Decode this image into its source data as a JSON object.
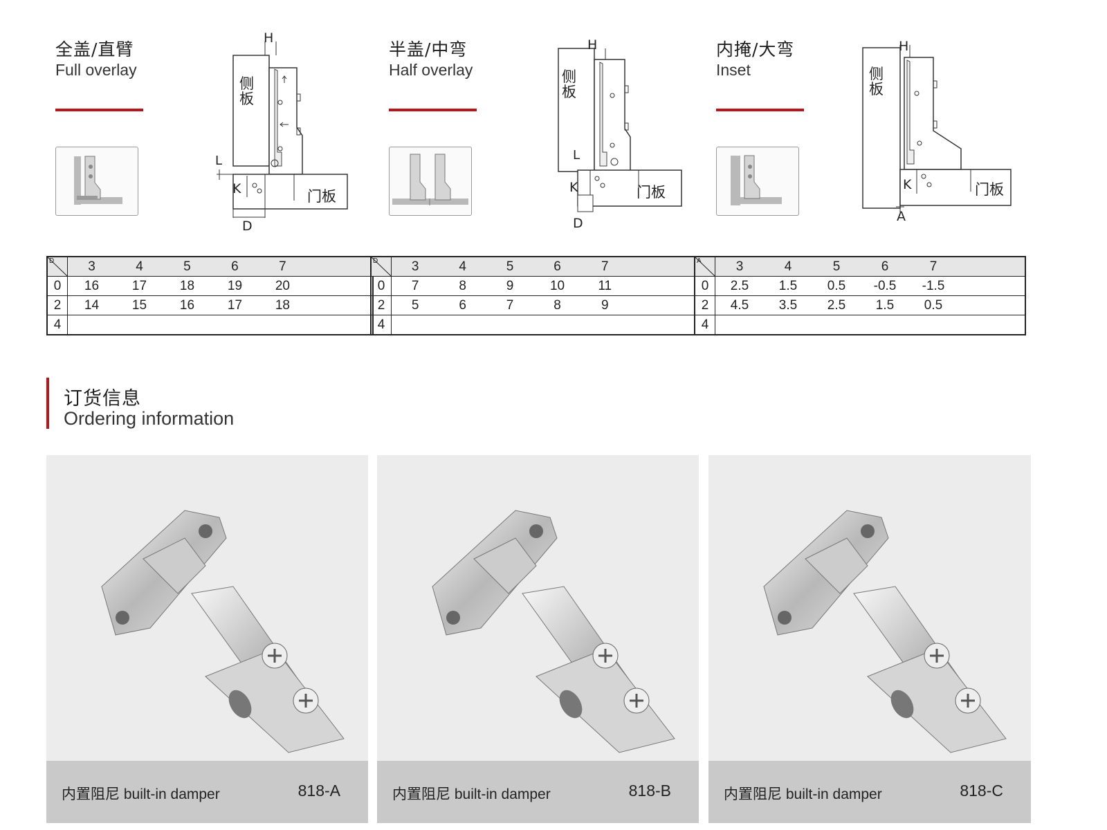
{
  "overlays": [
    {
      "cn": "全盖/直臂",
      "en": "Full overlay",
      "diagram_labels": {
        "side_panel": "侧板",
        "door_panel": "门板",
        "h": "H",
        "k": "K",
        "l": "L",
        "d": "D"
      },
      "table": {
        "corner": "D",
        "columns": [
          "3",
          "4",
          "5",
          "6",
          "7"
        ],
        "rows": [
          {
            "label": "0",
            "values": [
              "16",
              "17",
              "18",
              "19",
              "20"
            ]
          },
          {
            "label": "2",
            "values": [
              "14",
              "15",
              "16",
              "17",
              "18"
            ]
          },
          {
            "label": "4",
            "values": [
              "",
              "",
              "",
              "",
              ""
            ]
          }
        ]
      }
    },
    {
      "cn": "半盖/中弯",
      "en": "Half overlay",
      "diagram_labels": {
        "side_panel": "侧板",
        "door_panel": "门板",
        "h": "H",
        "k": "K",
        "l": "L",
        "d": "D"
      },
      "table": {
        "corner": "D",
        "columns": [
          "3",
          "4",
          "5",
          "6",
          "7"
        ],
        "rows": [
          {
            "label": "0",
            "values": [
              "7",
              "8",
              "9",
              "10",
              "11"
            ]
          },
          {
            "label": "2",
            "values": [
              "5",
              "6",
              "7",
              "8",
              "9"
            ]
          },
          {
            "label": "4",
            "values": [
              "",
              "",
              "",
              "",
              ""
            ]
          }
        ]
      }
    },
    {
      "cn": "内掩/大弯",
      "en": "Inset",
      "diagram_labels": {
        "side_panel": "侧板",
        "door_panel": "门板",
        "h": "H",
        "k": "K",
        "a": "A"
      },
      "table": {
        "corner": "A",
        "columns": [
          "3",
          "4",
          "5",
          "6",
          "7"
        ],
        "rows": [
          {
            "label": "0",
            "values": [
              "2.5",
              "1.5",
              "0.5",
              "-0.5",
              "-1.5"
            ]
          },
          {
            "label": "2",
            "values": [
              "4.5",
              "3.5",
              "2.5",
              "1.5",
              "0.5"
            ]
          },
          {
            "label": "4",
            "values": [
              "",
              "",
              "",
              "",
              ""
            ]
          }
        ]
      }
    }
  ],
  "ordering": {
    "cn": "订货信息",
    "en": "Ordering information",
    "products": [
      {
        "label": "内置阻尼 built-in damper",
        "code": "818-A"
      },
      {
        "label": "内置阻尼 built-in damper",
        "code": "818-B"
      },
      {
        "label": "内置阻尼 built-in damper",
        "code": "818-C"
      }
    ]
  },
  "colors": {
    "accent": "#b5161b",
    "card_bg": "#ececec",
    "card_footer": "#c9c9c9"
  }
}
